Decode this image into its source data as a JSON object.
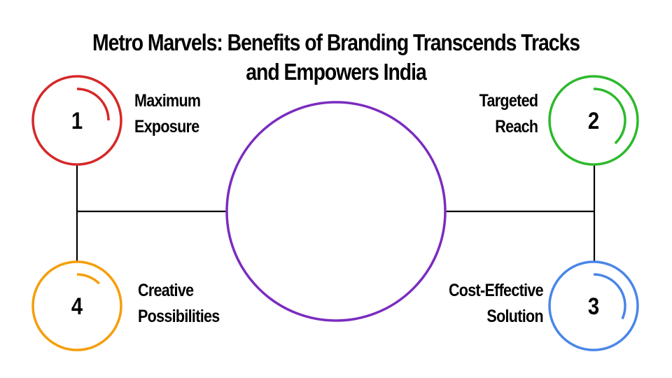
{
  "title": {
    "line1": "Metro Marvels: Benefits of Branding Transcends Tracks",
    "line2": "and Empowers India"
  },
  "colors": {
    "center": "#7B2CBF",
    "item1": "#D62828",
    "item2": "#2DB92D",
    "item3": "#4A86E8",
    "item4": "#F59E0B",
    "connector": "#000000"
  },
  "items": [
    {
      "number": "1",
      "label_line1": "Maximum",
      "label_line2": "Exposure",
      "color": "#D62828",
      "position": "top-left"
    },
    {
      "number": "2",
      "label_line1": "Targeted",
      "label_line2": "Reach",
      "color": "#2DB92D",
      "position": "top-right"
    },
    {
      "number": "3",
      "label_line1": "Cost-Effective",
      "label_line2": "Solution",
      "color": "#4A86E8",
      "position": "bottom-right"
    },
    {
      "number": "4",
      "label_line1": "Creative",
      "label_line2": "Possibilities",
      "color": "#F59E0B",
      "position": "bottom-left"
    }
  ]
}
